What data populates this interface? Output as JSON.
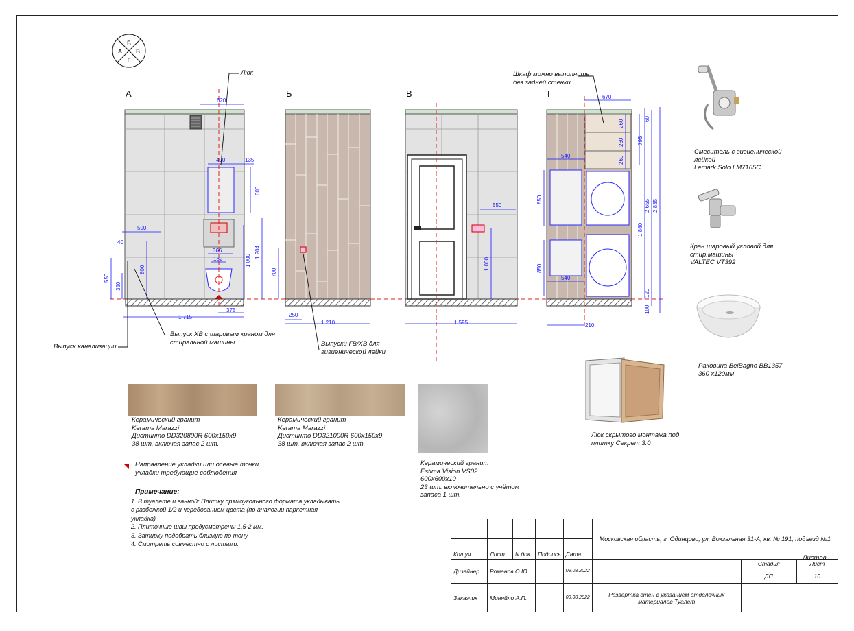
{
  "orientation_marks": [
    "Б",
    "А",
    "В",
    "Г"
  ],
  "walls": {
    "A": {
      "title": "А",
      "dims": [
        "620",
        "400",
        "135",
        "600",
        "500",
        "40",
        "800",
        "366",
        "182",
        "1 000",
        "1 204",
        "550",
        "350",
        "375",
        "1 715"
      ]
    },
    "B": {
      "title": "Б",
      "dims": [
        "700",
        "250",
        "1 210"
      ]
    },
    "V": {
      "title": "В",
      "dims": [
        "550",
        "1 000",
        "1 595"
      ]
    },
    "G": {
      "title": "Г",
      "dims": [
        "670",
        "260",
        "260",
        "260",
        "540",
        "850",
        "850",
        "540",
        "60",
        "795",
        "2 655",
        "2 835",
        "1 880",
        "120",
        "100",
        "210"
      ]
    }
  },
  "callouts": {
    "hatch": "Люк",
    "cabinet": "Шкаф можно выполнить без задней стенки",
    "cold_water": "Выпуск ХВ с шаровым краном для стиральной машины",
    "sewer": "Выпуск канализации",
    "hygiene": "Выпуски ГВ/ХВ для гигиенической лейки"
  },
  "tiles": [
    {
      "lines": [
        "Керамический гранит",
        "Kerama Marazzi",
        "Дистинто DD320800R 600х150х9",
        "38 шт. включая  запас 2 шт."
      ],
      "color": "#b09274"
    },
    {
      "lines": [
        "Керамический гранит",
        "Kerama Marazzi",
        "Дистинто DD321000R 600х150х9",
        "38 шт. включая запас 2 шт."
      ],
      "color": "#b89f83"
    },
    {
      "lines": [
        "Керамический гранит",
        "Estima Vision VS02",
        "600х600х10",
        "23 шт. включительно с учётом",
        "запаса 1 шт."
      ],
      "color": "#bfbfbf"
    }
  ],
  "legend": "Направление укладки или осевые точки укладки требующие соблюдения",
  "notes": {
    "title": "Примечание:",
    "items": [
      "1. В туалете и ванной: Плитку прямоугольного формата укладывать",
      "с разбежкой 1/2 и чередованием цвета (по аналогии паркетная",
      "укладка)",
      "2. Плиточные швы предусмотрены 1,5-2 мм.",
      "3. Затирку подобрать близкую по тону",
      "4. Смотреть совместно с  листами."
    ]
  },
  "products": [
    {
      "lines": [
        "Смеситель с гигиенической",
        "лейкой",
        "Lemark Solo LM7165C"
      ],
      "icon": "mixer-icon"
    },
    {
      "lines": [
        "Кран шаровый угловой для",
        "стир.машины",
        "VALTEC VT392"
      ],
      "icon": "valve-icon"
    },
    {
      "lines": [
        "Раковина BelBagno BB1357",
        "360 x120мм"
      ],
      "icon": "sink-icon"
    },
    {
      "lines": [
        "Люк скрытого монтажа под",
        "плитку Секрет 3.0"
      ],
      "icon": "hatch-icon"
    }
  ],
  "stamp": {
    "address": "Московская область, г. Одинцово, ул. Вокзальная 31-А, кв. № 191, подъезд №1",
    "headers": [
      "Кол.уч.",
      "Лист",
      "N док.",
      "Подпись",
      "Дата"
    ],
    "stage_headers": [
      "Стадия",
      "Лист",
      "Листов"
    ],
    "stage": "ДП",
    "sheet": "10",
    "sheets": "",
    "designer_role": "Дизайнер",
    "designer": "Романов О.Ю.",
    "designer_date": "09.08.2022",
    "client_role": "Заказчик",
    "client": "Миняйло А.П.",
    "client_date": "09.08.2022",
    "title": "Развёртка стен с указанием отделочных материалов Туалет"
  }
}
